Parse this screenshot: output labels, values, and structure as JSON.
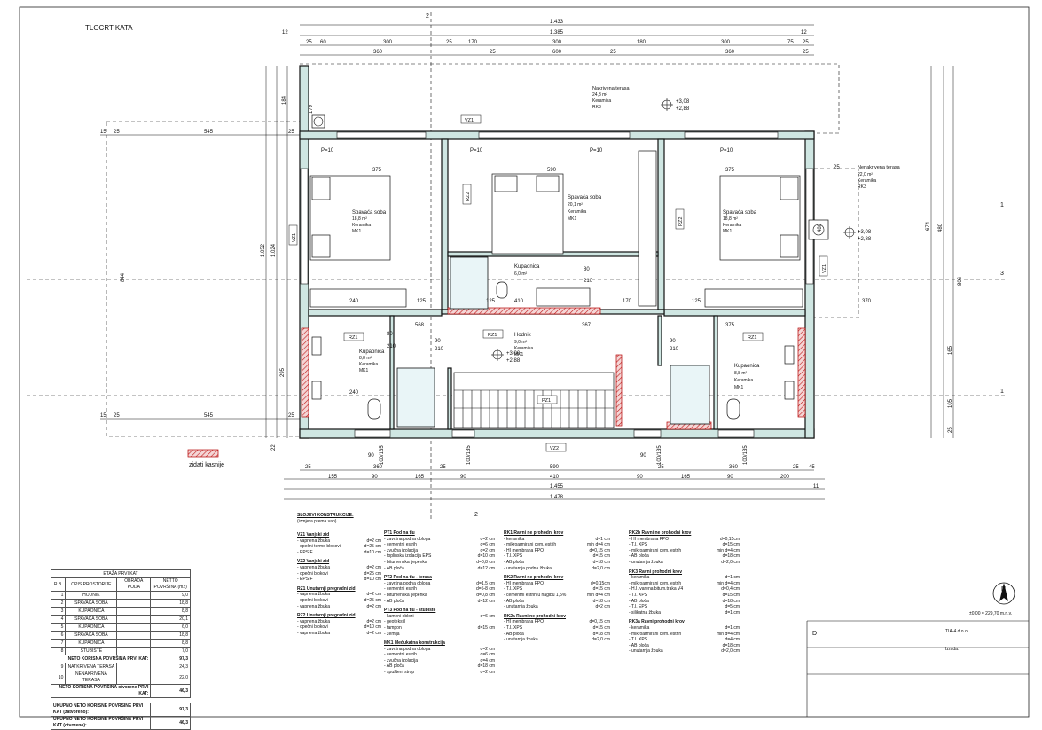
{
  "title": "TLOCRT KATA",
  "rooms": [
    {
      "id": "terasa-nakrivena",
      "name": "Nakrivena terasa",
      "area": "24,3 m²",
      "floor": "Keramika",
      "code": "RK3"
    },
    {
      "id": "soba-left",
      "name": "Spavaća soba",
      "area": "18,8 m²",
      "floor": "Keramika",
      "code": "MK1"
    },
    {
      "id": "soba-mid",
      "name": "Spavaća soba",
      "area": "20,1 m²",
      "floor": "Keramika",
      "code": "MK1"
    },
    {
      "id": "soba-right",
      "name": "Spavaća soba",
      "area": "18,8 m²",
      "floor": "Keramika",
      "code": "MK1"
    },
    {
      "id": "kup-mid",
      "name": "Kupaonica",
      "area": "6,0 m²",
      "floor": "",
      "code": ""
    },
    {
      "id": "kup-left",
      "name": "Kupaonica",
      "area": "8,8 m²",
      "floor": "Keramika",
      "code": "MK1"
    },
    {
      "id": "hodnik",
      "name": "Hodnik",
      "area": "9,0 m²",
      "floor": "Keramika",
      "code": "MK1"
    },
    {
      "id": "kup-right",
      "name": "Kupaonica",
      "area": "8,8 m²",
      "floor": "Keramika",
      "code": "MK1"
    },
    {
      "id": "terasa-nenakrivena",
      "name": "Nenakrivena terasa",
      "area": "22,0 m²",
      "floor": "Keramika",
      "code": "RK3"
    }
  ],
  "levels": [
    {
      "top": "+3,08",
      "bottom": "+2,88"
    },
    {
      "top": "+3,08",
      "bottom": "+2,88"
    },
    {
      "top": "+3,00",
      "bottom": "+2,88"
    }
  ],
  "wall_tags": [
    "VZ1",
    "VZ1",
    "VZ1",
    "VZ2",
    "RZ2",
    "RZ2",
    "RZ1",
    "RZ1",
    "RZ1",
    "PZ1"
  ],
  "section_marks": [
    "2",
    "2",
    "3",
    "1",
    "1"
  ],
  "dims": {
    "top": [
      "1.433",
      "1.385",
      "12",
      "12",
      "25",
      "60",
      "300",
      "25",
      "170",
      "300",
      "180",
      "300",
      "75",
      "25",
      "360",
      "25",
      "600",
      "25",
      "360",
      "25"
    ],
    "bottom": [
      "25",
      "360",
      "25",
      "590",
      "25",
      "360",
      "25",
      "45",
      "155",
      "90",
      "165",
      "90",
      "410",
      "90",
      "165",
      "90",
      "200",
      "1.455",
      "11",
      "1.478"
    ],
    "left": [
      "184",
      "179",
      "1.052",
      "1.024",
      "844",
      "295",
      "22",
      "15",
      "25",
      "545",
      "15",
      "25",
      "25",
      "545",
      "25"
    ],
    "right": [
      "674",
      "806",
      "165",
      "105",
      "25",
      "480",
      "480",
      "25",
      "370",
      "375",
      "125"
    ],
    "interior": [
      "375",
      "590",
      "375",
      "240",
      "125",
      "568",
      "367",
      "80",
      "210",
      "80",
      "210",
      "90",
      "210",
      "90",
      "210",
      "170",
      "125",
      "240",
      "410",
      "P=10",
      "P=10",
      "P=10",
      "P=10",
      "100/135",
      "100/135",
      "100/135",
      "100/135",
      "90",
      "90"
    ]
  },
  "note": {
    "label": "zidati kasnije"
  },
  "spec_title": "SLOJEVI KONSTRUKCIJE:",
  "spec_sub": "(izmjera prema van)",
  "spec_col1": [
    {
      "h": "VZ1 Vanjski zid",
      "rows": [
        [
          "- vapnena žbuka",
          "d=2 cm"
        ],
        [
          "- opečni termo blokovi",
          "d=25 cm"
        ],
        [
          "- EPS F",
          "d=10 cm"
        ]
      ]
    },
    {
      "h": "VZ2 Vanjski zid",
      "rows": [
        [
          "- vapnena žbuka",
          "d=2 cm"
        ],
        [
          "- opečni blokovi",
          "d=25 cm"
        ],
        [
          "- EPS F",
          "d=10 cm"
        ]
      ]
    },
    {
      "h": "RZ1 Unutarnji pregradni zid",
      "rows": [
        [
          "- vapnena žbuka",
          "d=2 cm"
        ],
        [
          "- opečni blokovi",
          "d=25 cm"
        ],
        [
          "- vapnena žbuka",
          "d=2 cm"
        ]
      ]
    },
    {
      "h": "RZ2 Unutarnji pregradni zid",
      "rows": [
        [
          "- vapnena žbuka",
          "d=2 cm"
        ],
        [
          "- opečni blokovi",
          "d=10 cm"
        ],
        [
          "- vapnena žbuka",
          "d=2 cm"
        ]
      ]
    }
  ],
  "spec_col2": [
    {
      "h": "PT1 Pod na tlu",
      "rows": [
        [
          "- završna podna obloga",
          "d=2 cm"
        ],
        [
          "- cementni estrih",
          "d=6 cm"
        ],
        [
          "- zvučna izolacija",
          "d=2 cm"
        ],
        [
          "- toplinska izolacija EPS",
          "d=10 cm"
        ],
        [
          "- bitumenska ljepenka",
          "d=0,8 cm"
        ],
        [
          "- AB ploča",
          "d=12 cm"
        ]
      ]
    },
    {
      "h": "PT2 Pod na tlu - terasa",
      "rows": [
        [
          "- završna podna obloga",
          "d=1,5 cm"
        ],
        [
          "- cementni estrih",
          "d=5-8 cm"
        ],
        [
          "- bitumenska ljepenka",
          "d=0,8 cm"
        ],
        [
          "- AB ploča",
          "d=12 cm"
        ]
      ]
    },
    {
      "h": "PT3 Pod na tlu - stubište",
      "rows": [
        [
          "- kameni oblozi",
          "d=6 cm"
        ],
        [
          "- geotekstil",
          ""
        ],
        [
          "- tampon",
          "d=15 cm"
        ],
        [
          "- zemlja",
          ""
        ]
      ]
    },
    {
      "h": "MK1 Međukatna konstrukcija",
      "rows": [
        [
          "- završna podna obloga",
          "d=2 cm"
        ],
        [
          "- cementni estrih",
          "d=6 cm"
        ],
        [
          "- zvučna izolacija",
          "d=4 cm"
        ],
        [
          "- AB ploča",
          "d=18 cm"
        ],
        [
          "- spušteni strop",
          "d=2 cm"
        ]
      ]
    }
  ],
  "spec_col3": [
    {
      "h": "RK1 Ravni ne prohodni krov",
      "rows": [
        [
          "- keramika",
          "d=1 cm"
        ],
        [
          "- mikroarmirani cem. estrih",
          "min d=4 cm"
        ],
        [
          "- HI membrana FPO",
          "d=0,15 cm"
        ],
        [
          "- T.I. XPS",
          "d=15 cm"
        ],
        [
          "- AB ploča",
          "d=18 cm"
        ],
        [
          "- unutarnja podna žbuka",
          "d=2,0 cm"
        ]
      ]
    },
    {
      "h": "RK2 Ravni ne prohodni krov",
      "rows": [
        [
          "- HI membrana FPO",
          "d=0,15cm"
        ],
        [
          "- T.I. XPS",
          "d=15 cm"
        ],
        [
          "- cementni estrih u nagibu 1,5%",
          "min d=4 cm"
        ],
        [
          "- AB ploča",
          "d=18 cm"
        ],
        [
          "- unutarnja žbuka",
          "d=2 cm"
        ]
      ]
    },
    {
      "h": "RK2a Ravni ne prohodni krov",
      "rows": [
        [
          "- HI membrana FPO",
          "d=0,15 cm"
        ],
        [
          "- T.I. XPS",
          "d=15 cm"
        ],
        [
          "- AB ploča",
          "d=18 cm"
        ],
        [
          "- unutarnja žbuka",
          "d=2,0 cm"
        ]
      ]
    }
  ],
  "spec_col4": [
    {
      "h": "RK2b Ravni ne prohodni krov",
      "rows": [
        [
          "- HI membrana FPO",
          "d=0,15cm"
        ],
        [
          "- T.I. XPS",
          "d=15 cm"
        ],
        [
          "- mikroarmirani cem. estrih",
          "min d=4 cm"
        ],
        [
          "- AB ploča",
          "d=18 cm"
        ],
        [
          "- unutarnja žbuka",
          "d=2,0 cm"
        ]
      ]
    },
    {
      "h": "RK3 Ravni prohodni krov",
      "rows": [
        [
          "- keramika",
          "d=1 cm"
        ],
        [
          "- mikroarmirani cem. estrih",
          "min d=4 cm"
        ],
        [
          "- H.I. varena bitum.traka V4",
          "d=0,4 cm"
        ],
        [
          "- T.I. XPS",
          "d=15 cm"
        ],
        [
          "- AB ploča",
          "d=18 cm"
        ],
        [
          "- T.I. EPS",
          "d=5 cm"
        ],
        [
          "- silikatna žbuka",
          "d=1 cm"
        ]
      ]
    },
    {
      "h": "RK3a Ravni prohodni krov",
      "rows": [
        [
          "- keramika",
          "d=1 cm"
        ],
        [
          "- mikroarmirani cem. estrih",
          "min d=4 cm"
        ],
        [
          "- T.I. XPS",
          "d=4 cm"
        ],
        [
          "- AB ploča",
          "d=18 cm"
        ],
        [
          "- unutarnja žbuka",
          "d=2,0 cm"
        ]
      ]
    }
  ],
  "table": {
    "title": "ETAŽA PRVI KAT",
    "headers": [
      "R.B.",
      "OPIS PROSTORIJE",
      "OBRADA PODA",
      "NETTO POVRŠINA (m2)"
    ],
    "rows": [
      [
        "1",
        "HODNIK",
        "",
        "9,0"
      ],
      [
        "2",
        "SPAVAĆA SOBA",
        "",
        "18,8"
      ],
      [
        "3",
        "KUPAONICA",
        "",
        "8,8"
      ],
      [
        "4",
        "SPAVAĆA SOBA",
        "",
        "20,1"
      ],
      [
        "5",
        "KUPAONICA",
        "",
        "6,0"
      ],
      [
        "6",
        "SPAVAĆA SOBA",
        "",
        "18,8"
      ],
      [
        "7",
        "KUPAONICA",
        "",
        "8,8"
      ],
      [
        "8",
        "STUBIŠTE",
        "",
        "7,0"
      ]
    ],
    "subtotal1": {
      "label": "NETO KORISNA POVRŠINA PRVI KAT:",
      "value": "97,3"
    },
    "rows2": [
      [
        "9",
        "NATKRIVENA TERASA",
        "",
        "24,3"
      ],
      [
        "10",
        "NENAKRIVENA TERASA",
        "",
        "22,0"
      ]
    ],
    "subtotal2": {
      "label": "NETO KORISNA POVRŠINA otvorene PRVI KAT:",
      "value": "46,3"
    },
    "total1": {
      "label": "UKUPNO NETO KORISNE POVRŠINE PRVI KAT (zatvoreno):",
      "value": "97,3"
    },
    "total2": {
      "label": "UKUPNO NETO KORISNE POVRŠINE PRVI KAT (otvoreno):",
      "value": "46,3"
    }
  },
  "north": "N",
  "elevation_ref": "±0,00 = 229,70 m.n.v.",
  "titleblock": {
    "code": "TIA-4 d.o.o",
    "note": "Izrada:",
    "left": "D"
  }
}
